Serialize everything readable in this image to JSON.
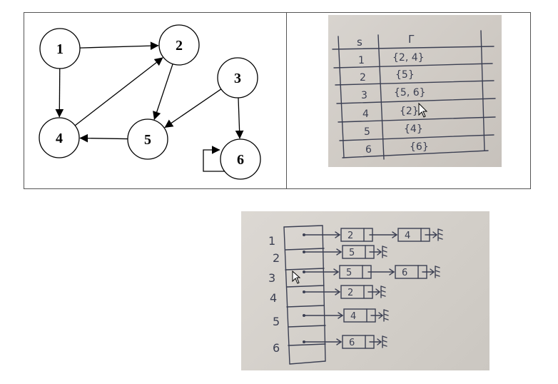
{
  "graph": {
    "nodes": [
      {
        "id": "1",
        "label": "1"
      },
      {
        "id": "2",
        "label": "2"
      },
      {
        "id": "3",
        "label": "3"
      },
      {
        "id": "4",
        "label": "4"
      },
      {
        "id": "5",
        "label": "5"
      },
      {
        "id": "6",
        "label": "6"
      }
    ],
    "edges": [
      {
        "from": "1",
        "to": "2"
      },
      {
        "from": "1",
        "to": "4"
      },
      {
        "from": "2",
        "to": "5"
      },
      {
        "from": "4",
        "to": "2"
      },
      {
        "from": "5",
        "to": "4"
      },
      {
        "from": "3",
        "to": "5"
      },
      {
        "from": "3",
        "to": "6"
      },
      {
        "from": "6",
        "to": "6"
      }
    ]
  },
  "adjacency_table": {
    "header_vertex": "s",
    "header_list": "Γ",
    "rows": [
      {
        "vertex": "1",
        "list": "{2, 4}"
      },
      {
        "vertex": "2",
        "list": "{5}"
      },
      {
        "vertex": "3",
        "list": "{5, 6}"
      },
      {
        "vertex": "4",
        "list": "{2}"
      },
      {
        "vertex": "5",
        "list": "{4}"
      },
      {
        "vertex": "6",
        "list": "{6}"
      }
    ]
  },
  "adjacency_lists": [
    {
      "vertex": "1",
      "items": [
        "2",
        "4"
      ]
    },
    {
      "vertex": "2",
      "items": [
        "5"
      ]
    },
    {
      "vertex": "3",
      "items": [
        "5",
        "6"
      ]
    },
    {
      "vertex": "4",
      "items": [
        "2"
      ]
    },
    {
      "vertex": "5",
      "items": [
        "4"
      ]
    },
    {
      "vertex": "6",
      "items": [
        "6"
      ]
    }
  ]
}
